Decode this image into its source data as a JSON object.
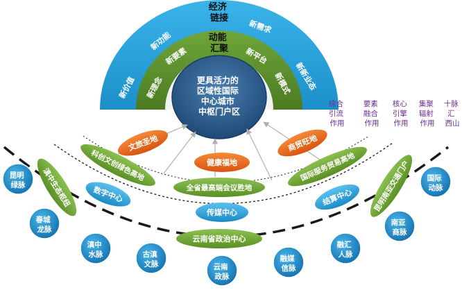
{
  "colors": {
    "outer_arc": "#2ba3dc",
    "middle_arc": "#5d8f2c",
    "inner_arc": "#f2f2f2",
    "core": "#2f5b88",
    "green_pill": "#6aa232",
    "orange_pill": "#e8661c",
    "blue_pill": "#2a9fd8",
    "circle": "#1f8ccb",
    "side_text": "#6b2c91",
    "ring": "#1a1a1a"
  },
  "dome": {
    "outer_top": [
      "经济",
      "链接"
    ],
    "outer_left": [
      "新价值",
      "新功能"
    ],
    "outer_right": [
      "新需求",
      "新新业态"
    ],
    "middle_top": [
      "动能",
      "汇聚"
    ],
    "middle_left": [
      "新理念",
      "新要素"
    ],
    "middle_right": [
      "新平台",
      "新模式"
    ],
    "core": [
      "更具活力的",
      "区域性国际",
      "中心城市",
      "中枢门户区"
    ]
  },
  "side_notes": [
    {
      "lines": [
        "综合",
        "引流",
        "作用"
      ]
    },
    {
      "lines": [
        "要素",
        "融合",
        "作用"
      ]
    },
    {
      "lines": [
        "核心",
        "引擎",
        "作用"
      ]
    },
    {
      "lines": [
        "集聚",
        "辐射",
        "作用"
      ]
    },
    {
      "lines": [
        "十脉",
        "汇",
        "西山"
      ]
    }
  ],
  "pills": {
    "wenlv": "文旅圣地",
    "kechuang": "科创文创绿色高地",
    "jiankang": "健康福地",
    "shangmao": "商贸旺地",
    "dianzhong": "滇中生态枢纽",
    "quansheng": "全省最高端会议胜地",
    "guoji_fuwu": "国际服务贸易高地",
    "shuzi": "数字中心",
    "jiesuan": "结算中心",
    "kunming_nanya": "昆明南亚交通门户",
    "chuanmei": "传媒中心",
    "yunnan_zhengzhi": "云南省政治中心"
  },
  "veins": [
    {
      "id": "kunming-lv",
      "lines": [
        "昆明",
        "绿脉"
      ]
    },
    {
      "id": "chuncheng",
      "lines": [
        "春城",
        "龙脉"
      ]
    },
    {
      "id": "dianzhong-shui",
      "lines": [
        "滇中",
        "水脉"
      ]
    },
    {
      "id": "gudian",
      "lines": [
        "古滇",
        "文脉"
      ]
    },
    {
      "id": "yunnan-zheng",
      "lines": [
        "云南",
        "政脉"
      ]
    },
    {
      "id": "rongmei",
      "lines": [
        "融媒",
        "信脉"
      ]
    },
    {
      "id": "ronghui",
      "lines": [
        "融汇",
        "人脉"
      ]
    },
    {
      "id": "nanya",
      "lines": [
        "南亚",
        "商脉"
      ]
    },
    {
      "id": "guoji-dong",
      "lines": [
        "国际",
        "动脉"
      ]
    }
  ]
}
